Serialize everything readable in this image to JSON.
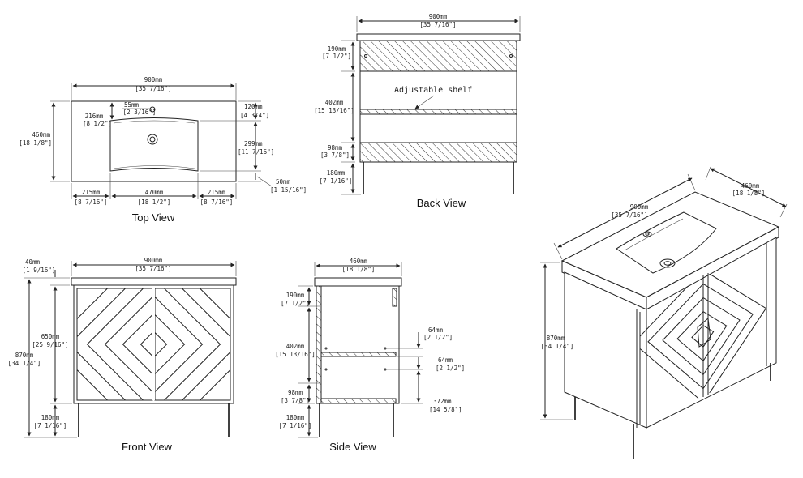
{
  "views": {
    "top": {
      "title": "Top View",
      "width": {
        "mm": "900mm",
        "in": "[35 7/16\"]"
      },
      "depth": {
        "mm": "460mm",
        "in": "[18 1/8\"]"
      },
      "faucet": {
        "mm": "55mm",
        "in": "[2 3/16\"]"
      },
      "basin_back": {
        "mm": "216mm",
        "in": "[8 1/2\"]"
      },
      "rear": {
        "mm": "120mm",
        "in": "[4 3/4\"]"
      },
      "basin_depth": {
        "mm": "299mm",
        "in": "[11 7/16\"]"
      },
      "front": {
        "mm": "50mm",
        "in": "[1 15/16\"]"
      },
      "left": {
        "mm": "215mm",
        "in": "[8 7/16\"]"
      },
      "basin_width": {
        "mm": "470mm",
        "in": "[18 1/2\"]"
      },
      "right": {
        "mm": "215mm",
        "in": "[8 7/16\"]"
      }
    },
    "back": {
      "title": "Back View",
      "width": {
        "mm": "900mm",
        "in": "[35 7/16\"]"
      },
      "top_panel": {
        "mm": "190mm",
        "in": "[7 1/2\"]"
      },
      "middle": {
        "mm": "402mm",
        "in": "[15 13/16\"]"
      },
      "bottom_panel": {
        "mm": "98mm",
        "in": "[3 7/8\"]"
      },
      "legs": {
        "mm": "180mm",
        "in": "[7 1/16\"]"
      },
      "shelf_note": "Adjustable shelf"
    },
    "front": {
      "title": "Front View",
      "width": {
        "mm": "900mm",
        "in": "[35 7/16\"]"
      },
      "top": {
        "mm": "40mm",
        "in": "[1 9/16\"]"
      },
      "body": {
        "mm": "650mm",
        "in": "[25 9/16\"]"
      },
      "total": {
        "mm": "870mm",
        "in": "[34 1/4\"]"
      },
      "legs": {
        "mm": "180mm",
        "in": "[7 1/16\"]"
      }
    },
    "side": {
      "title": "Side View",
      "depth": {
        "mm": "460mm",
        "in": "[18 1/8\"]"
      },
      "top_panel": {
        "mm": "190mm",
        "in": "[7 1/2\"]"
      },
      "middle": {
        "mm": "402mm",
        "in": "[15 13/16\"]"
      },
      "bottom_panel": {
        "mm": "98mm",
        "in": "[3 7/8\"]"
      },
      "legs": {
        "mm": "180mm",
        "in": "[7 1/16\"]"
      },
      "hole_top": {
        "mm": "64mm",
        "in": "[2 1/2\"]"
      },
      "hole_bottom": {
        "mm": "64mm",
        "in": "[2 1/2\"]"
      },
      "interior": {
        "mm": "372mm",
        "in": "[14 5/8\"]"
      }
    },
    "iso": {
      "width": {
        "mm": "900mm",
        "in": "[35 7/16\"]"
      },
      "depth": {
        "mm": "460mm",
        "in": "[18 1/8\"]"
      },
      "height": {
        "mm": "870mm",
        "in": "[34 1/4\"]"
      }
    }
  }
}
